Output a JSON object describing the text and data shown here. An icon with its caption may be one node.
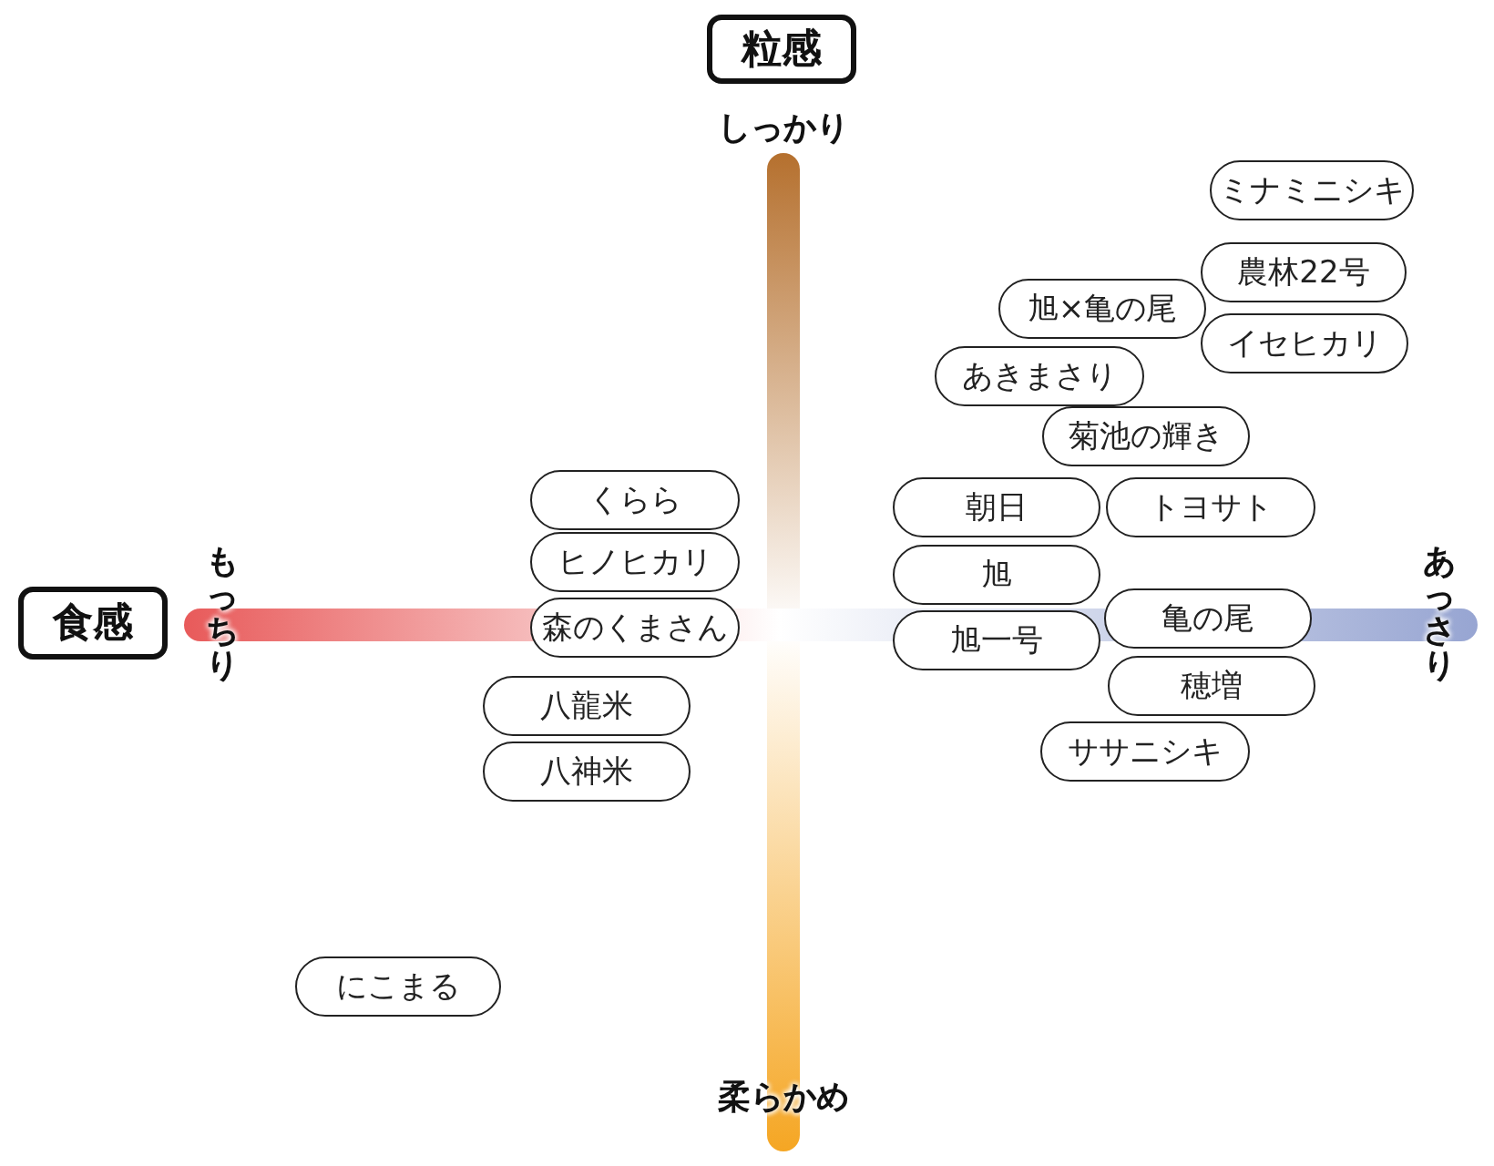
{
  "diagram": {
    "nodes": [
      {
        "text": [
          "粒感"
        ]
      },
      {
        "text": [
          "ミナミニシキ"
        ]
      },
      {
        "text": [
          "農林22号"
        ]
      },
      {
        "text": [
          "旭×亀の尾"
        ]
      },
      {
        "text": [
          "イセヒカリ"
        ]
      },
      {
        "text": [
          "あきまさり"
        ]
      },
      {
        "text": [
          "菊池の輝き"
        ]
      },
      {
        "text": [
          "くらら"
        ]
      },
      {
        "text": [
          "朝日"
        ]
      },
      {
        "text": [
          "トヨサト"
        ]
      },
      {
        "text": [
          "ヒノヒカリ"
        ]
      },
      {
        "text": [
          "旭"
        ]
      },
      {
        "text": [
          "食感"
        ]
      },
      {
        "text": [
          "森のくまさん"
        ]
      },
      {
        "text": [
          "亀の尾"
        ]
      },
      {
        "text": [
          "旭一号"
        ]
      },
      {
        "text": [
          "八龍米"
        ]
      },
      {
        "text": [
          "穂増"
        ]
      },
      {
        "text": [
          "ササニシキ"
        ]
      },
      {
        "text": [
          "八神米"
        ]
      },
      {
        "text": [
          "にこまる"
        ]
      }
    ],
    "labels": [
      "しっかり",
      "もっちり",
      "あっさり",
      "柔らかめ"
    ]
  }
}
